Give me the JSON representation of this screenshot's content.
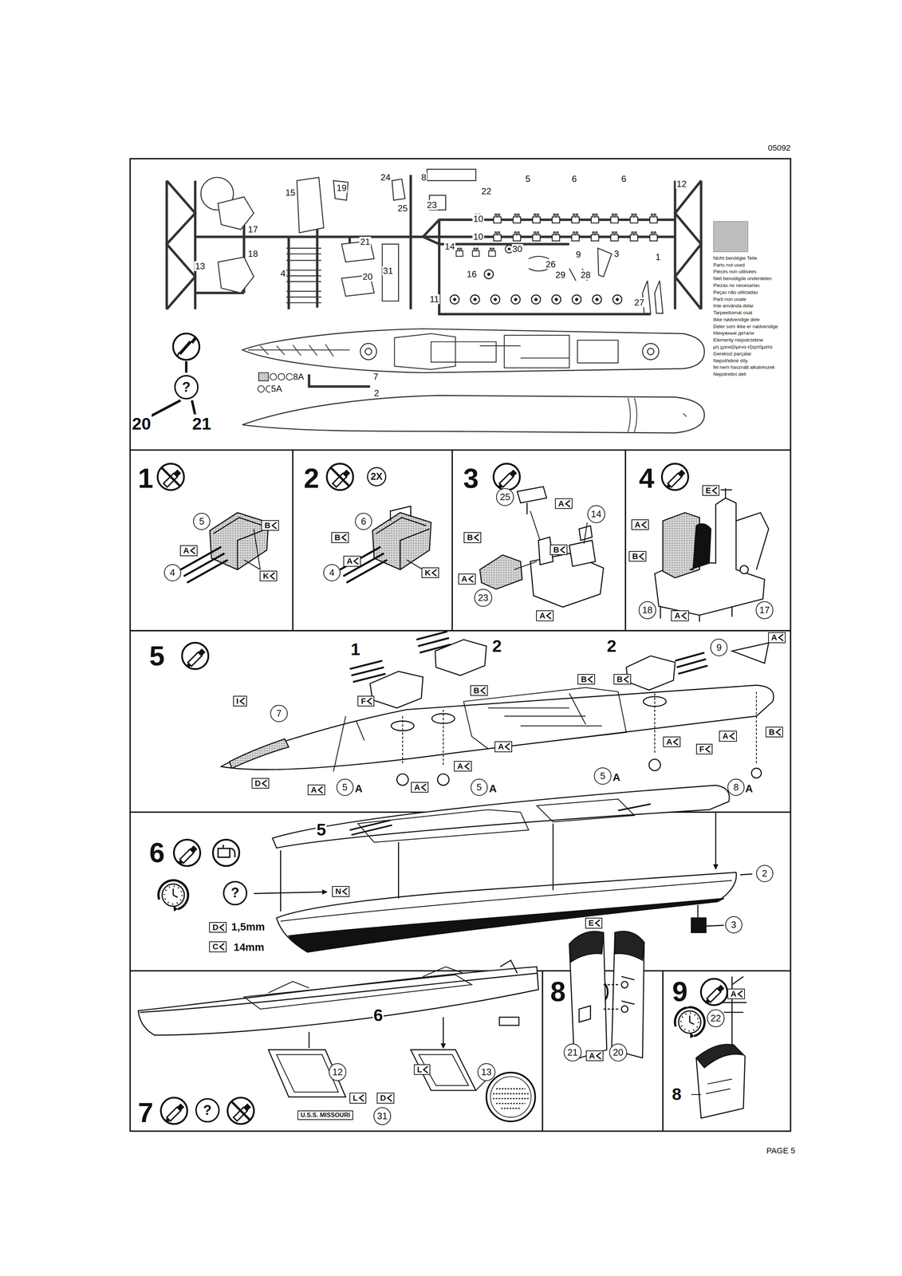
{
  "diagram": {
    "nodes": [
      {
        "text": [
          "?"
        ]
      },
      {
        "text": [
          "5"
        ]
      },
      {
        "text": [
          "B"
        ]
      },
      {
        "text": [
          "A"
        ]
      },
      {
        "text": [
          "4"
        ]
      },
      {
        "text": [
          "K"
        ]
      },
      {
        "text": [
          "2X"
        ]
      },
      {
        "text": [
          "6"
        ]
      },
      {
        "text": [
          "B"
        ]
      },
      {
        "text": [
          "A"
        ]
      },
      {
        "text": [
          "4"
        ]
      },
      {
        "text": [
          "K"
        ]
      },
      {
        "text": [
          "25"
        ]
      },
      {
        "text": [
          "A"
        ]
      },
      {
        "text": [
          "14"
        ]
      },
      {
        "text": [
          "B"
        ]
      },
      {
        "text": [
          "B"
        ]
      },
      {
        "text": [
          "A"
        ]
      },
      {
        "text": [
          "23"
        ]
      },
      {
        "text": [
          "A"
        ]
      },
      {
        "text": [
          "E"
        ]
      },
      {
        "text": [
          "A"
        ]
      },
      {
        "text": [
          "B"
        ]
      },
      {
        "text": [
          "18"
        ]
      },
      {
        "text": [
          "A"
        ]
      },
      {
        "text": [
          "17"
        ]
      },
      {
        "text": [
          "9"
        ]
      },
      {
        "text": [
          "A"
        ]
      },
      {
        "text": [
          "B"
        ]
      },
      {
        "text": [
          "B"
        ]
      },
      {
        "text": [
          "B"
        ]
      },
      {
        "text": [
          "I"
        ]
      },
      {
        "text": [
          "7"
        ]
      },
      {
        "text": [
          "F"
        ]
      },
      {
        "text": [
          "D"
        ]
      },
      {
        "text": [
          "A"
        ]
      },
      {
        "text": [
          "5"
        ]
      },
      {
        "text": [
          "A"
        ]
      },
      {
        "text": [
          "A"
        ]
      },
      {
        "text": [
          "5"
        ]
      },
      {
        "text": [
          "A"
        ]
      },
      {
        "text": [
          "A"
        ]
      },
      {
        "text": [
          "F"
        ]
      },
      {
        "text": [
          "A"
        ]
      },
      {
        "text": [
          "B"
        ]
      },
      {
        "text": [
          "5"
        ]
      },
      {
        "text": [
          "8"
        ]
      },
      {
        "text": [
          "?"
        ]
      },
      {
        "text": [
          "N"
        ]
      },
      {
        "text": [
          "D"
        ]
      },
      {
        "text": [
          "C"
        ]
      },
      {
        "text": [
          "2"
        ]
      },
      {
        "text": [
          "3"
        ]
      },
      {
        "text": [
          "?"
        ]
      },
      {
        "text": [
          "12"
        ]
      },
      {
        "text": [
          "13"
        ]
      },
      {
        "text": [
          "L"
        ]
      },
      {
        "text": [
          "L"
        ]
      },
      {
        "text": [
          "D"
        ]
      },
      {
        "text": [
          "U.S.S. MISSOURI"
        ]
      },
      {
        "text": [
          "31"
        ]
      },
      {
        "text": [
          "E"
        ]
      },
      {
        "text": [
          "21"
        ]
      },
      {
        "text": [
          "A"
        ]
      },
      {
        "text": [
          "20"
        ]
      },
      {
        "text": [
          "A"
        ]
      },
      {
        "text": [
          "22"
        ]
      }
    ],
    "labels": [
      "05092",
      "15",
      "19",
      "24",
      "8",
      "22",
      "5",
      "6",
      "6",
      "12",
      "17",
      "25",
      "23",
      "10",
      "10",
      "13",
      "18",
      "21",
      "4",
      "20",
      "31",
      "14",
      "30",
      "26",
      "9",
      "3",
      "1",
      "16",
      "29",
      "28",
      "11",
      "27",
      "8A",
      "7",
      "5A",
      "2",
      "20",
      "21",
      "Parts not used",
      "Pièces non utilisées",
      "Niet benodigde onderdelen",
      "Piezas no necesarias",
      "Peças não utilizadas",
      "Parti non usate",
      "Inte använda delar",
      "Tarpeettomat osat",
      "Ikke nødvendige dele",
      "Deler som ikke er nødvendige",
      "Ненужные детали",
      "Elementy niepotrzebne",
      "μη χρειαζόμενα εξαρτήματα",
      "Gereksiz parçalar",
      "Nepotřebné díly",
      "fel nem használt alkatrészek",
      "Nepotrebni deli",
      "1",
      "2",
      "3",
      "4",
      "5",
      "1",
      "2",
      "2",
      "A",
      "A",
      "A",
      "A",
      "6",
      "5",
      "1,5mm",
      "14mm",
      "7",
      "6",
      "8",
      "9",
      "8",
      "PAGE 5"
    ],
    "legend": [
      {
        "text": "Nicht benötigte Teile",
        "color": "#bdbdbd"
      }
    ]
  }
}
